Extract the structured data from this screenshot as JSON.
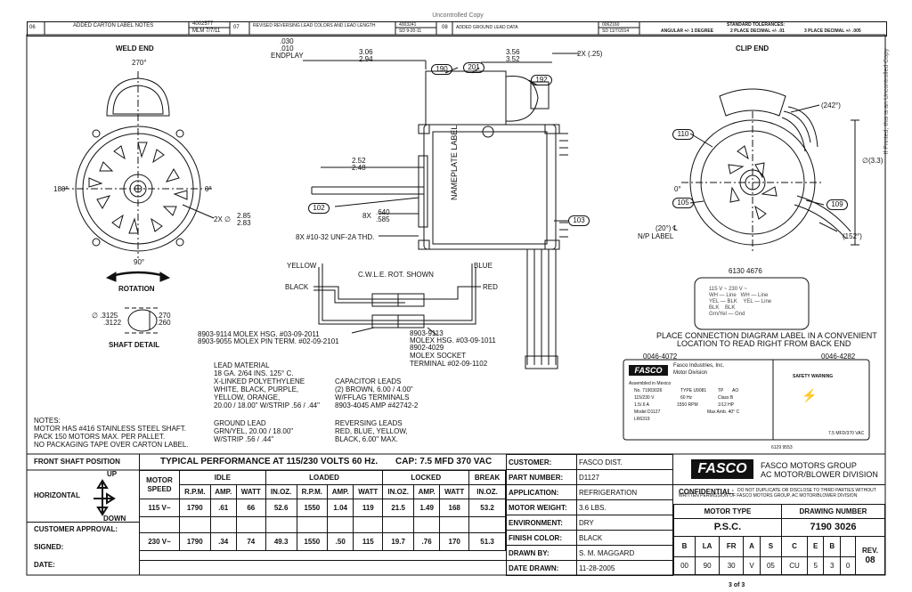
{
  "watermark_top": "Uncontrolled Copy",
  "watermark_side": "If Printed, this is an Uncontrolled Copy",
  "revisions": [
    {
      "rev": "06",
      "desc": "ADDED CARTON LABEL NOTES",
      "eco": "4002577",
      "by_date": "MLM 7/7/11"
    },
    {
      "rev": "07",
      "desc": "REVISED REVERSING LEAD COLORS AND LEAD LENGTH",
      "eco": "4003241",
      "by_date": "SD 9-20-11"
    },
    {
      "rev": "08",
      "desc": "ADDED GROUND LEAD DATA",
      "eco": "0062160",
      "by_date": "SD 11/7/2014"
    }
  ],
  "tolerances": {
    "title": "STANDARD TOLERANCES:",
    "angular": "ANGULAR +/- 1 DEGREE",
    "two_place": "2 PLACE DECIMAL +/- .01",
    "three_place": "3 PLACE DECIMAL +/- .005"
  },
  "weld_end": {
    "title": "WELD END",
    "angle_top": "270°",
    "angle_left": "180°",
    "angle_right": "0°",
    "angle_bottom": "90°",
    "hole_dim": "2X ∅",
    "hole_max": "2.85",
    "hole_min": "2.83",
    "rotation": "ROTATION"
  },
  "shaft_detail": {
    "title": "SHAFT DETAIL",
    "dia_max": "∅ .3125",
    "dia_min": ".3122",
    "flat_max": ".270",
    "flat_min": ".260"
  },
  "side_view": {
    "endplay_max": ".030",
    "endplay_min": ".010",
    "endplay": "ENDPLAY",
    "dim1_max": "3.06",
    "dim1_min": "2.94",
    "dim2_max": "3.56",
    "dim2_min": "3.52",
    "dim_2x": "2X (.25)",
    "dim3_max": "2.52",
    "dim3_min": "2.48",
    "dim4_prefix": "8X",
    "dim4_max": ".640",
    "dim4_min": ".585",
    "thread": "8X #10-32 UNF-2A THD.",
    "nameplate": "NAMEPLATE LABEL",
    "callouts": [
      "190",
      "201",
      "192",
      "102",
      "103"
    ]
  },
  "wiring": {
    "yellow": "YELLOW",
    "black": "BLACK",
    "blue": "BLUE",
    "red": "RED",
    "cwle": "C.W.L.E. ROT. SHOWN",
    "molex_left_1": "8903-9114 MOLEX HSG. #03-09-2011",
    "molex_left_2": "8903-9055 MOLEX PIN TERM. #02-09-2101",
    "molex_right": [
      "8903-9113",
      "MOLEX HSG. #03-09-1011",
      "8902-4029",
      "MOLEX SOCKET",
      "TERMINAL #02-09-1102"
    ]
  },
  "lead_material": [
    "LEAD MATERIAL",
    "18 GA. 2/64 INS. 125° C.",
    "X-LINKED POLYETHYLENE",
    "WHITE, BLACK, PURPLE,",
    "YELLOW, ORANGE,",
    "20.00 / 18.00\" W/STRIP .56 / .44\""
  ],
  "ground_lead": [
    "GROUND LEAD",
    "GRN/YEL, 20.00 / 18.00\"",
    "W/STRIP .56 / .44\""
  ],
  "capacitor_leads": [
    "CAPACITOR LEADS",
    "(2) BROWN, 6.00 / 4.00\"",
    "W/FFLAG TERMINALS",
    "8903-4045 AMP #42742-2"
  ],
  "reversing_leads": [
    "REVERSING LEADS",
    "RED, BLUE, YELLOW,",
    "BLACK, 6.00\" MAX."
  ],
  "notes": [
    "NOTES:",
    "MOTOR HAS #416 STAINLESS STEEL SHAFT.",
    "PACK 150 MOTORS MAX. PER PALLET.",
    "NO PACKAGING TAPE OVER CARTON LABEL."
  ],
  "clip_end": {
    "title": "CLIP END",
    "angle_242": "(242°)",
    "angle_0": "0°",
    "angle_20": "(20°) ℄",
    "np_label": "N/P LABEL",
    "angle_152": "(152°)",
    "dia": "∅(3.3)",
    "callouts": [
      "110",
      "105",
      "109"
    ]
  },
  "diagram_label": {
    "part": "6130 4676",
    "instruction_1": "PLACE CONNECTION DIAGRAM LABEL IN A CONVENIENT",
    "instruction_2": "LOCATION TO READ RIGHT FROM BACK END"
  },
  "nameplate": {
    "left_part": "0046-4072",
    "right_part": "0046-4282",
    "brand": "FASCO",
    "company": "Fasco Industries, Inc.",
    "division": "Motor Division",
    "made_in": "Assembled in Mexico",
    "model_no": "No. 71903026",
    "type": "TYPE U9081",
    "tp": "TP",
    "ao": "AO",
    "volts": "115/230 V",
    "hz": "60 Hz",
    "class": "Class B",
    "amps": "1.5/.6 A",
    "rpm": "1550 RPM",
    "hp": "1/12 HP",
    "model": "Model D1127",
    "amb": "Max Amb. 40° C",
    "lr": "LR6319",
    "safety": "SAFETY WARNING",
    "cap_label": "7.5 MFD/370 VAC",
    "label_part": "6129 9553"
  },
  "front_shaft": {
    "title": "FRONT SHAFT POSITION",
    "up": "UP",
    "horizontal": "HORIZONTAL",
    "down": "DOWN"
  },
  "performance": {
    "title": "TYPICAL PERFORMANCE AT 115/230 VOLTS 60 Hz.",
    "cap": "CAP: 7.5 MFD 370 VAC",
    "motor_speed": "MOTOR SPEED",
    "groups": [
      "IDLE",
      "LOADED",
      "LOCKED",
      "BREAK"
    ],
    "headers": [
      "R.P.M.",
      "AMP.",
      "WATT",
      "IN.OZ.",
      "R.P.M.",
      "AMP.",
      "WATT",
      "IN.OZ.",
      "AMP.",
      "WATT",
      "IN.OZ."
    ],
    "rows": [
      {
        "volt": "115 V~",
        "vals": [
          "1790",
          ".61",
          "66",
          "52.6",
          "1550",
          "1.04",
          "119",
          "21.5",
          "1.49",
          "168",
          "53.2"
        ]
      },
      {
        "volt": "230 V~",
        "vals": [
          "1790",
          ".34",
          "74",
          "49.3",
          "1550",
          ".50",
          "115",
          "19.7",
          ".76",
          "170",
          "51.3"
        ]
      }
    ]
  },
  "approval": {
    "customer": "CUSTOMER APPROVAL:",
    "signed": "SIGNED:",
    "date": "DATE:"
  },
  "info": [
    {
      "label": "CUSTOMER:",
      "value": "FASCO DIST."
    },
    {
      "label": "PART NUMBER:",
      "value": "D1127"
    },
    {
      "label": "APPLICATION:",
      "value": "REFRIGERATION"
    },
    {
      "label": "MOTOR WEIGHT:",
      "value": "3.6  LBS."
    },
    {
      "label": "ENVIRONMENT:",
      "value": "DRY"
    },
    {
      "label": "FINISH COLOR:",
      "value": "BLACK"
    },
    {
      "label": "DRAWN BY:",
      "value": "S. M. MAGGARD"
    },
    {
      "label": "DATE DRAWN:",
      "value": "11-28-2005"
    }
  ],
  "title_block": {
    "logo": "FASCO",
    "group": "FASCO MOTORS GROUP",
    "division": "AC MOTOR/BLOWER DIVISION",
    "confidential": "CONFIDENTIAL:",
    "confidential_text": "DO NOT DUPLICATE OR DISCLOSE TO THIRD PARTIES WITHOUT WRITTEN PERMISSION OF FASCO MOTORS GROUP, AC MOTOR/BLOWER DIVISION",
    "motor_type_label": "MOTOR TYPE",
    "drawing_number_label": "DRAWING NUMBER",
    "motor_type": "P.S.C.",
    "drawing_number": "7190 3026",
    "code_headers": [
      "B",
      "LA",
      "FR",
      "A",
      "S",
      "C",
      "E",
      "B"
    ],
    "code_values": [
      "00",
      "90",
      "30",
      "V",
      "05",
      "CU",
      "5",
      "3",
      "0"
    ],
    "rev_label": "REV.",
    "rev": "08"
  },
  "page": "3 of 3"
}
